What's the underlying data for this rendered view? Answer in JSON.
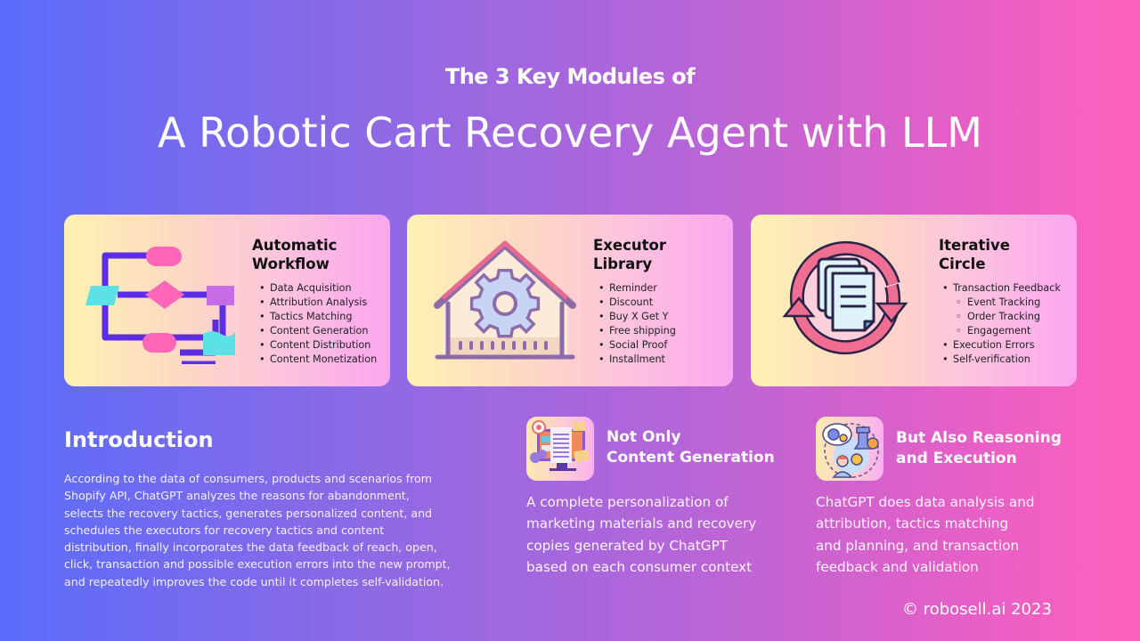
{
  "header": {
    "subtitle": "The 3 Key Modules of",
    "title": "A Robotic Cart Recovery Agent with LLM"
  },
  "modules": [
    {
      "title_line1": "Automatic",
      "title_line2": "Workflow",
      "icon": "flowchart-icon",
      "items": [
        "Data Acquisition",
        "Attribution Analysis",
        "Tactics Matching",
        "Content Generation",
        "Content Distribution",
        "Content Monetization"
      ]
    },
    {
      "title_line1": "Executor",
      "title_line2": "Library",
      "icon": "house-gear-icon",
      "items": [
        "Reminder",
        "Discount",
        "Buy X Get Y",
        "Free shipping",
        "Social Proof",
        "Installment"
      ]
    },
    {
      "title_line1": "Iterative",
      "title_line2": "Circle",
      "icon": "cycle-documents-icon",
      "items": [
        {
          "label": "Transaction Feedback",
          "level": 1
        },
        {
          "label": "Event Tracking",
          "level": 2
        },
        {
          "label": "Order Tracking",
          "level": 2
        },
        {
          "label": "Engagement",
          "level": 2
        },
        {
          "label": "Execution Errors",
          "level": 1
        },
        {
          "label": "Self-verification",
          "level": 1
        }
      ]
    }
  ],
  "introduction": {
    "heading": "Introduction",
    "lines": [
      "According to the data of consumers, products and scenarios from",
      "Shopify API, ChatGPT analyzes the reasons for abandonment,",
      "selects the recovery tactics, generates personalized content, and",
      "schedules the executors for recovery tactics and content",
      "distribution, finally incorporates the data feedback of reach, open,",
      "click, transaction and possible execution errors into the new prompt,",
      "and repeatedly improves the code until it completes self-validation."
    ]
  },
  "features": [
    {
      "icon": "content-generation-icon",
      "title_line1": "Not Only",
      "title_line2": "Content Generation",
      "lines": [
        "A complete personalization of",
        "marketing materials and recovery",
        "copies generated by ChatGPT",
        "based on each consumer context"
      ]
    },
    {
      "icon": "reasoning-execution-icon",
      "title_line1": "But Also Reasoning",
      "title_line2": "and Execution",
      "lines": [
        "ChatGPT does data analysis and",
        "attribution, tactics matching",
        "and planning, and transaction",
        "feedback and validation"
      ]
    }
  ],
  "footer": {
    "copyright": "© robosell.ai 2023"
  },
  "colors": {
    "bg_left": "#5a6cfb",
    "bg_right": "#ff62bd",
    "card_left": "#fdf2b2",
    "card_right": "#fba6f0",
    "accent_purple": "#5b2ee6",
    "accent_pink": "#ff66b8",
    "accent_cyan": "#5ce2e6"
  }
}
